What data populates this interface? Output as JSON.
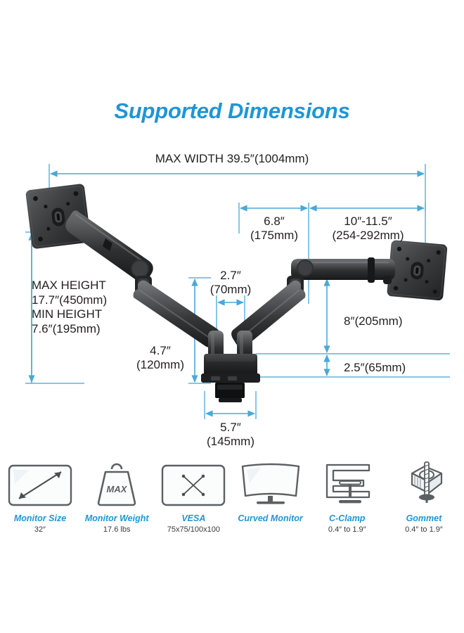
{
  "title": "Supported Dimensions",
  "accent_color": "#1e96d6",
  "dimensions": {
    "max_width": "MAX WIDTH 39.5″(1004mm)",
    "max_height_label": "MAX HEIGHT",
    "max_height_value": "17.7″(450mm)",
    "min_height_label": "MIN HEIGHT",
    "min_height_value": "7.6″(195mm)",
    "arm_inner_in": "6.8″",
    "arm_inner_mm": "(175mm)",
    "arm_outer_in": "10″-11.5″",
    "arm_outer_mm": "(254-292mm)",
    "post_gap_in": "2.7″",
    "post_gap_mm": "(70mm)",
    "base_height_in": "4.7″",
    "base_height_mm": "(120mm)",
    "arm_drop": "8″(205mm)",
    "base_lip": "2.5″(65mm)",
    "base_width_in": "5.7″",
    "base_width_mm": "(145mm)"
  },
  "features": [
    {
      "icon": "monitor-size-icon",
      "title": "Monitor Size",
      "value": "32″"
    },
    {
      "icon": "monitor-weight-icon",
      "title": "Monitor Weight",
      "value": "17.6 lbs"
    },
    {
      "icon": "vesa-icon",
      "title": "VESA",
      "value": "75x75/100x100"
    },
    {
      "icon": "curved-monitor-icon",
      "title": "Curved Monitor",
      "value": ""
    },
    {
      "icon": "c-clamp-icon",
      "title": "C-Clamp",
      "value": "0.4″ to 1.9″"
    },
    {
      "icon": "grommet-icon",
      "title": "Gommet",
      "value": "0.4″ to 1.9″"
    }
  ]
}
